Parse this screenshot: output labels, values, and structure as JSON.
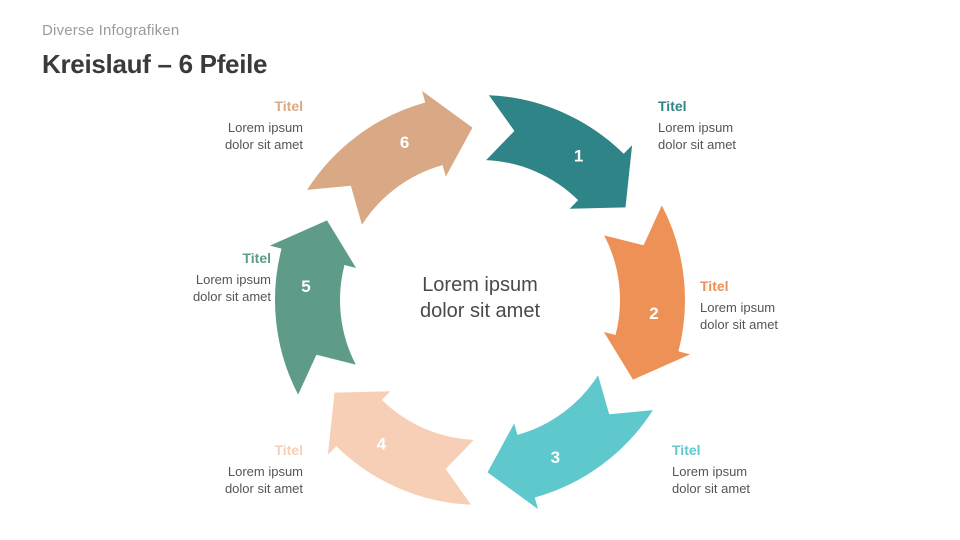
{
  "header": {
    "subtitle": "Diverse Infografiken",
    "title": "Kreislauf – 6 Pfeile"
  },
  "center": {
    "text": "Lorem ipsum\ndolor sit amet"
  },
  "cycle": {
    "segment_count": 6,
    "direction": "clockwise",
    "segments": [
      {
        "number": "1",
        "color": "#2E8486",
        "title": "Titel",
        "body": "Lorem ipsum\ndolor sit amet"
      },
      {
        "number": "2",
        "color": "#ED9157",
        "title": "Titel",
        "body": "Lorem ipsum\ndolor sit amet"
      },
      {
        "number": "3",
        "color": "#5FC8CC",
        "title": "Titel",
        "body": "Lorem ipsum\ndolor sit amet"
      },
      {
        "number": "4",
        "color": "#F7CFB6",
        "title": "Titel",
        "body": "Lorem ipsum\ndolor sit amet"
      },
      {
        "number": "5",
        "color": "#5E9C89",
        "title": "Titel",
        "body": "Lorem ipsum\ndolor sit amet"
      },
      {
        "number": "6",
        "color": "#D9A985",
        "title": "Titel",
        "body": "Lorem ipsum\ndolor sit amet"
      }
    ]
  },
  "colors": {
    "background": "#FFFFFF",
    "title": "#3A3A3A",
    "subtitle": "#9B9B9B",
    "body_text": "#555555",
    "center_text": "#4A4A4A"
  }
}
